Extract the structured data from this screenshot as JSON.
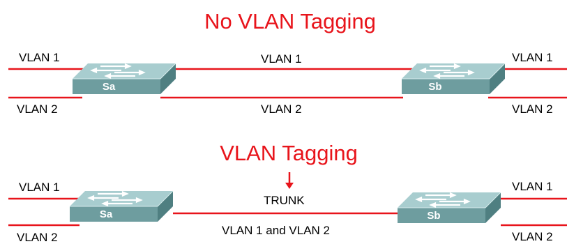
{
  "colors": {
    "title": "#e8141b",
    "line": "#e8141b",
    "switch_top": "#a8cdcf",
    "switch_front": "#6e9d9f",
    "switch_side": "#4f7f81",
    "text": "#000000"
  },
  "top_diagram": {
    "title": "No VLAN Tagging",
    "left_switch": "Sa",
    "right_switch": "Sb",
    "left_upper_port": "VLAN 1",
    "left_lower_port": "VLAN 2",
    "middle_upper_link": "VLAN 1",
    "middle_lower_link": "VLAN 2",
    "right_upper_port": "VLAN 1",
    "right_lower_port": "VLAN 2"
  },
  "bottom_diagram": {
    "title": "VLAN Tagging",
    "left_switch": "Sa",
    "right_switch": "Sb",
    "left_upper_port": "VLAN 1",
    "left_lower_port": "VLAN 2",
    "trunk_label": "TRUNK",
    "trunk_vlans": "VLAN 1 and VLAN 2",
    "right_upper_port": "VLAN 1",
    "right_lower_port": "VLAN 2"
  }
}
